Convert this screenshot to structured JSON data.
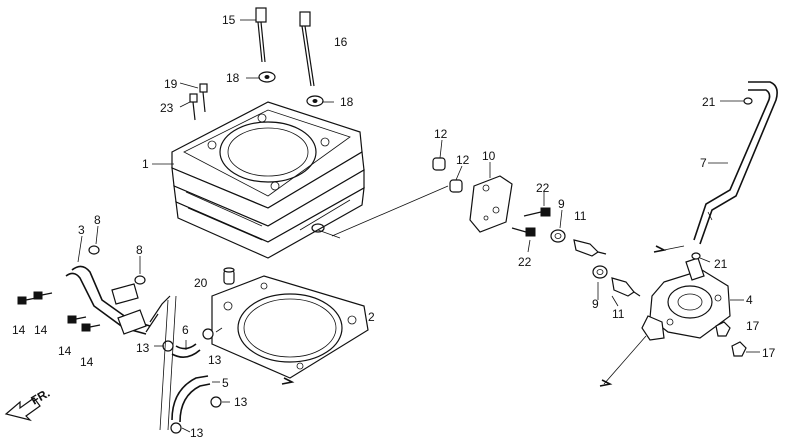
{
  "diagram": {
    "direction_label": "FR.",
    "callouts": {
      "c1": "1",
      "c2": "2",
      "c3": "3",
      "c4": "4",
      "c5": "5",
      "c6": "6",
      "c7": "7",
      "c8a": "8",
      "c8b": "8",
      "c9a": "9",
      "c9b": "9",
      "c10": "10",
      "c11a": "11",
      "c11b": "11",
      "c12a": "12",
      "c12b": "12",
      "c13a": "13",
      "c13b": "13",
      "c13c": "13",
      "c13d": "13",
      "c14a": "14",
      "c14b": "14",
      "c14c": "14",
      "c14d": "14",
      "c15": "15",
      "c16": "16",
      "c17a": "17",
      "c17b": "17",
      "c18a": "18",
      "c18b": "18",
      "c19": "19",
      "c20": "20",
      "c21a": "21",
      "c21b": "21",
      "c22a": "22",
      "c22b": "22",
      "c23": "23"
    }
  }
}
